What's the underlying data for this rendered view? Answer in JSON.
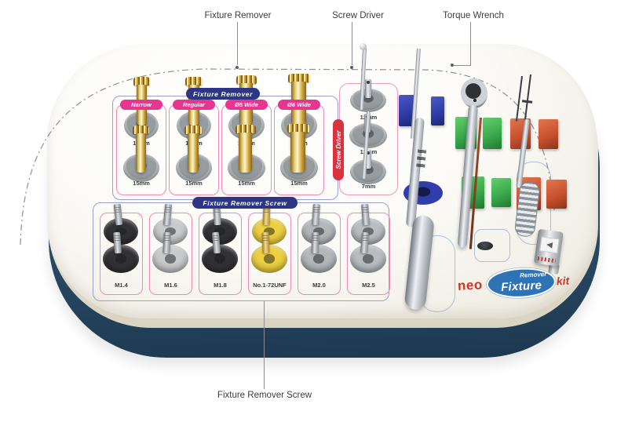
{
  "annotations": {
    "fixture_remover": "Fixture Remover",
    "screw_driver": "Screw Driver",
    "torque_wrench": "Torque Wrench",
    "fixture_remover_screw": "Fixture Remover Screw"
  },
  "tray": {
    "fixture_remover_section": {
      "title": "Fixture Remover",
      "columns": [
        {
          "header": "Narrow",
          "sizes": [
            "10mm",
            "15mm"
          ]
        },
        {
          "header": "Regular",
          "sizes": [
            "10mm",
            "15mm"
          ]
        },
        {
          "header": "Ø5 Wide",
          "sizes": [
            "10mm",
            "15mm"
          ]
        },
        {
          "header": "Ø6 Wide",
          "sizes": [
            "10mm",
            "15mm"
          ]
        }
      ]
    },
    "screw_driver_section": {
      "label": "Screw Driver",
      "items": [
        {
          "size": "12mm"
        },
        {
          "size": "12mm"
        },
        {
          "size": "7mm"
        }
      ]
    },
    "fixture_remover_screw_section": {
      "title": "Fixture Remover Screw",
      "columns": [
        {
          "label": "M1.4",
          "holder_color": "#323236"
        },
        {
          "label": "M1.6",
          "holder_color": "#c8cacb"
        },
        {
          "label": "M1.8",
          "holder_color": "#323236"
        },
        {
          "label": "No.1-72UNF",
          "holder_color": "#ecd041"
        },
        {
          "label": "M2.0",
          "holder_color": "#b3b7ba"
        },
        {
          "label": "M2.5",
          "holder_color": "#b9bdc0"
        }
      ]
    }
  },
  "logo": {
    "neo": "neo",
    "remover": "Remover",
    "fixture": "Fixture",
    "kit": "kit"
  },
  "colors": {
    "section_title_bg": "#2d3585",
    "column_pill_bg": "#e6368f",
    "screw_driver_pill_bg": "#d9333f",
    "tray_base_navy": "#2b4a66",
    "block_blue": "#2e3da6",
    "block_green": "#3aa84c",
    "block_orange": "#c8502e",
    "logo_blue": "#2e73b6",
    "logo_red": "#cd3529"
  }
}
